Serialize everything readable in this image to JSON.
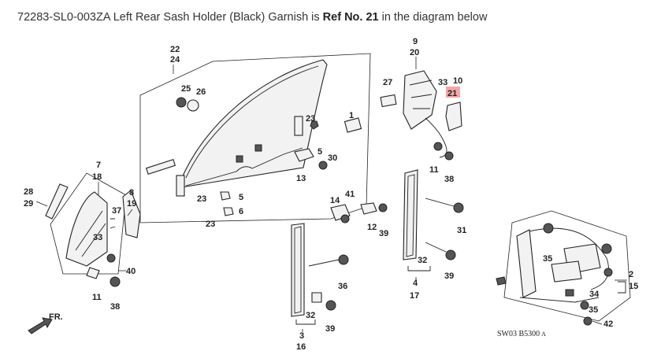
{
  "caption": {
    "prefix": "72283-SL0-003ZA Left Rear Sash Holder (Black) Garnish is ",
    "ref": "Ref No. 21",
    "suffix": " in the diagram below"
  },
  "highlight_color": "#f4a6a6",
  "callouts": [
    {
      "id": "c22",
      "text": "22"
    },
    {
      "id": "c24",
      "text": "24"
    },
    {
      "id": "c25",
      "text": "25"
    },
    {
      "id": "c26",
      "text": "26"
    },
    {
      "id": "c1",
      "text": "1"
    },
    {
      "id": "c23a",
      "text": "23"
    },
    {
      "id": "c5a",
      "text": "5"
    },
    {
      "id": "c30",
      "text": "30"
    },
    {
      "id": "c13",
      "text": "13"
    },
    {
      "id": "c23b",
      "text": "23"
    },
    {
      "id": "c5b",
      "text": "5"
    },
    {
      "id": "c6",
      "text": "6"
    },
    {
      "id": "c23c",
      "text": "23"
    },
    {
      "id": "c9",
      "text": "9"
    },
    {
      "id": "c20",
      "text": "20"
    },
    {
      "id": "c27",
      "text": "27"
    },
    {
      "id": "c33a",
      "text": "33"
    },
    {
      "id": "c10",
      "text": "10"
    },
    {
      "id": "c21",
      "text": "21"
    },
    {
      "id": "c11a",
      "text": "11"
    },
    {
      "id": "c38a",
      "text": "38"
    },
    {
      "id": "c14",
      "text": "14"
    },
    {
      "id": "c41",
      "text": "41"
    },
    {
      "id": "c12",
      "text": "12"
    },
    {
      "id": "c39a",
      "text": "39"
    },
    {
      "id": "c31",
      "text": "31"
    },
    {
      "id": "c32a",
      "text": "32"
    },
    {
      "id": "c39b",
      "text": "39"
    },
    {
      "id": "c4",
      "text": "4"
    },
    {
      "id": "c17",
      "text": "17"
    },
    {
      "id": "c7",
      "text": "7"
    },
    {
      "id": "c18",
      "text": "18"
    },
    {
      "id": "c28",
      "text": "28"
    },
    {
      "id": "c29",
      "text": "29"
    },
    {
      "id": "c8",
      "text": "8"
    },
    {
      "id": "c19",
      "text": "19"
    },
    {
      "id": "c37",
      "text": "37"
    },
    {
      "id": "c33b",
      "text": "33"
    },
    {
      "id": "c40",
      "text": "40"
    },
    {
      "id": "c11b",
      "text": "11"
    },
    {
      "id": "c38b",
      "text": "38"
    },
    {
      "id": "c36",
      "text": "36"
    },
    {
      "id": "c32b",
      "text": "32"
    },
    {
      "id": "c39c",
      "text": "39"
    },
    {
      "id": "c3",
      "text": "3"
    },
    {
      "id": "c16",
      "text": "16"
    },
    {
      "id": "c35a",
      "text": "35"
    },
    {
      "id": "c2",
      "text": "2"
    },
    {
      "id": "c15",
      "text": "15"
    },
    {
      "id": "c34",
      "text": "34"
    },
    {
      "id": "c35b",
      "text": "35"
    },
    {
      "id": "c42",
      "text": "42"
    }
  ],
  "front_label": "FR.",
  "diagram_code": "SW03  B5300",
  "diagram_code_suffix": "A"
}
